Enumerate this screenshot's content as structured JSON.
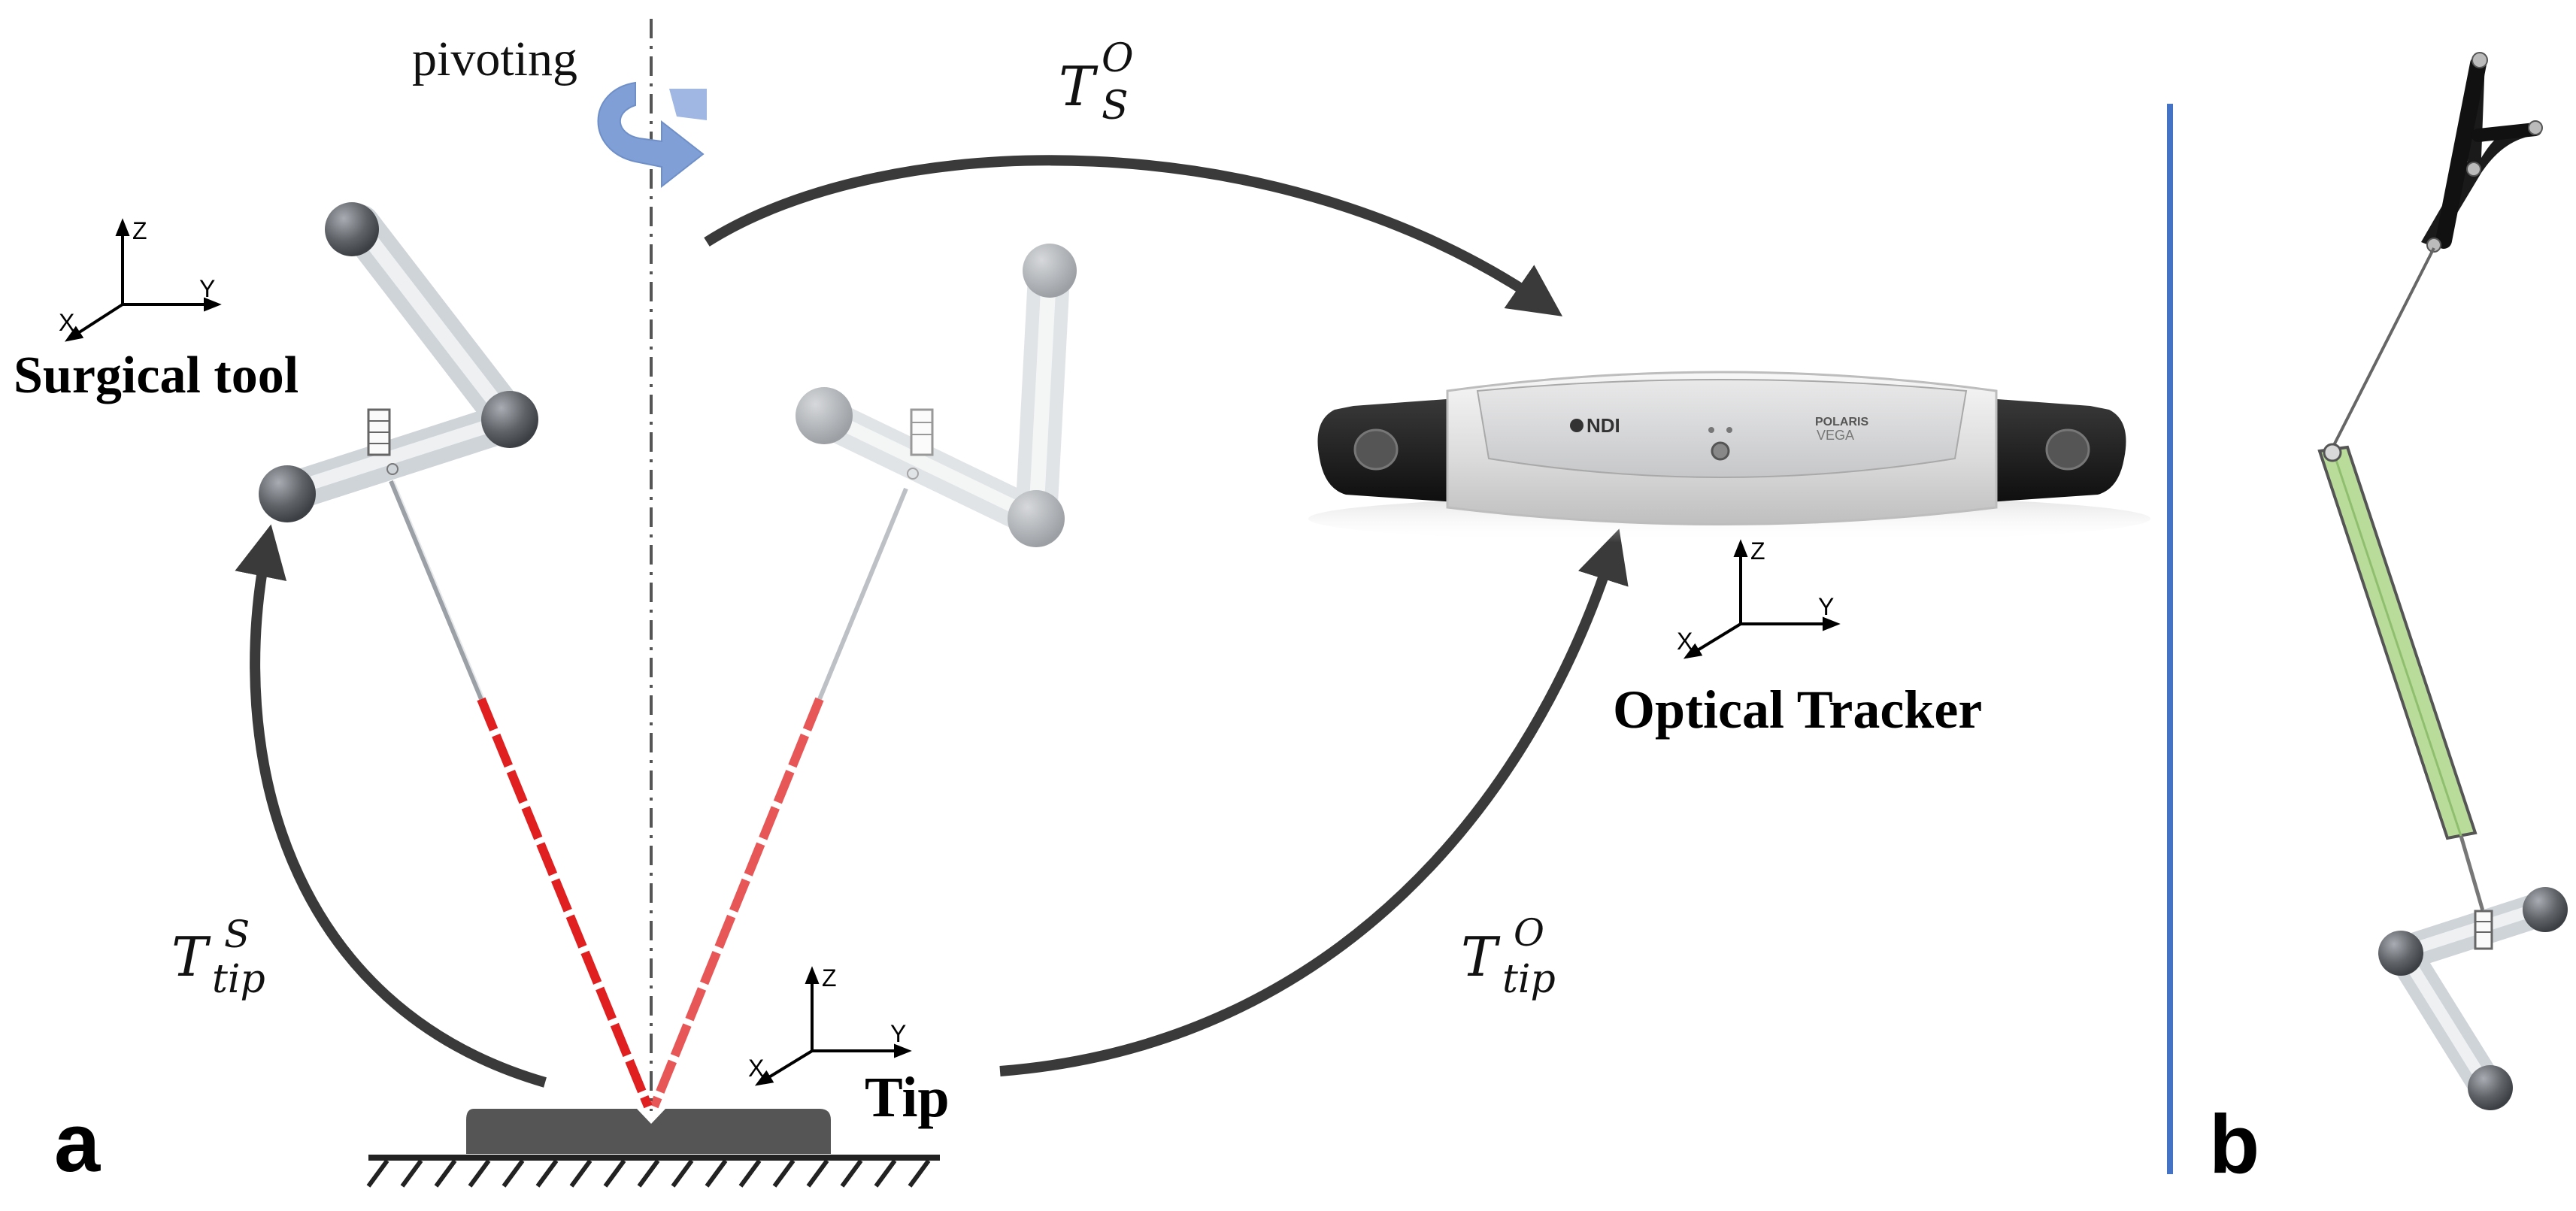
{
  "labels": {
    "pivoting": "pivoting",
    "surgical_tool": "Surgical tool",
    "optical_tracker": "Optical Tracker",
    "tip": "Tip",
    "panel_a": "a",
    "panel_b": "b",
    "ndi_brand": "NDI",
    "polaris_brand": "POLARIS",
    "vega_brand": "VEGA"
  },
  "transforms": {
    "t_s_o": {
      "base": "T",
      "sup": "O",
      "sub": "S"
    },
    "t_tip_s": {
      "base": "T",
      "sup": "S",
      "sub": "tip"
    },
    "t_tip_o": {
      "base": "T",
      "sup": "O",
      "sub": "tip"
    }
  },
  "axes": {
    "x": "X",
    "y": "Y",
    "z": "Z"
  },
  "colors": {
    "arrow": "#3a3a3a",
    "divider": "#4472c4",
    "shaft_red": "#e02020",
    "sphere": "#5f6368",
    "tool_bar": "#d4d9de",
    "tracker_body": "#e8e8e8",
    "tracker_dark": "#1e1e1e",
    "sleeve_green": "#b9dc9a",
    "rotation_arrow": "#7f9fd6",
    "base_block": "#555555"
  }
}
